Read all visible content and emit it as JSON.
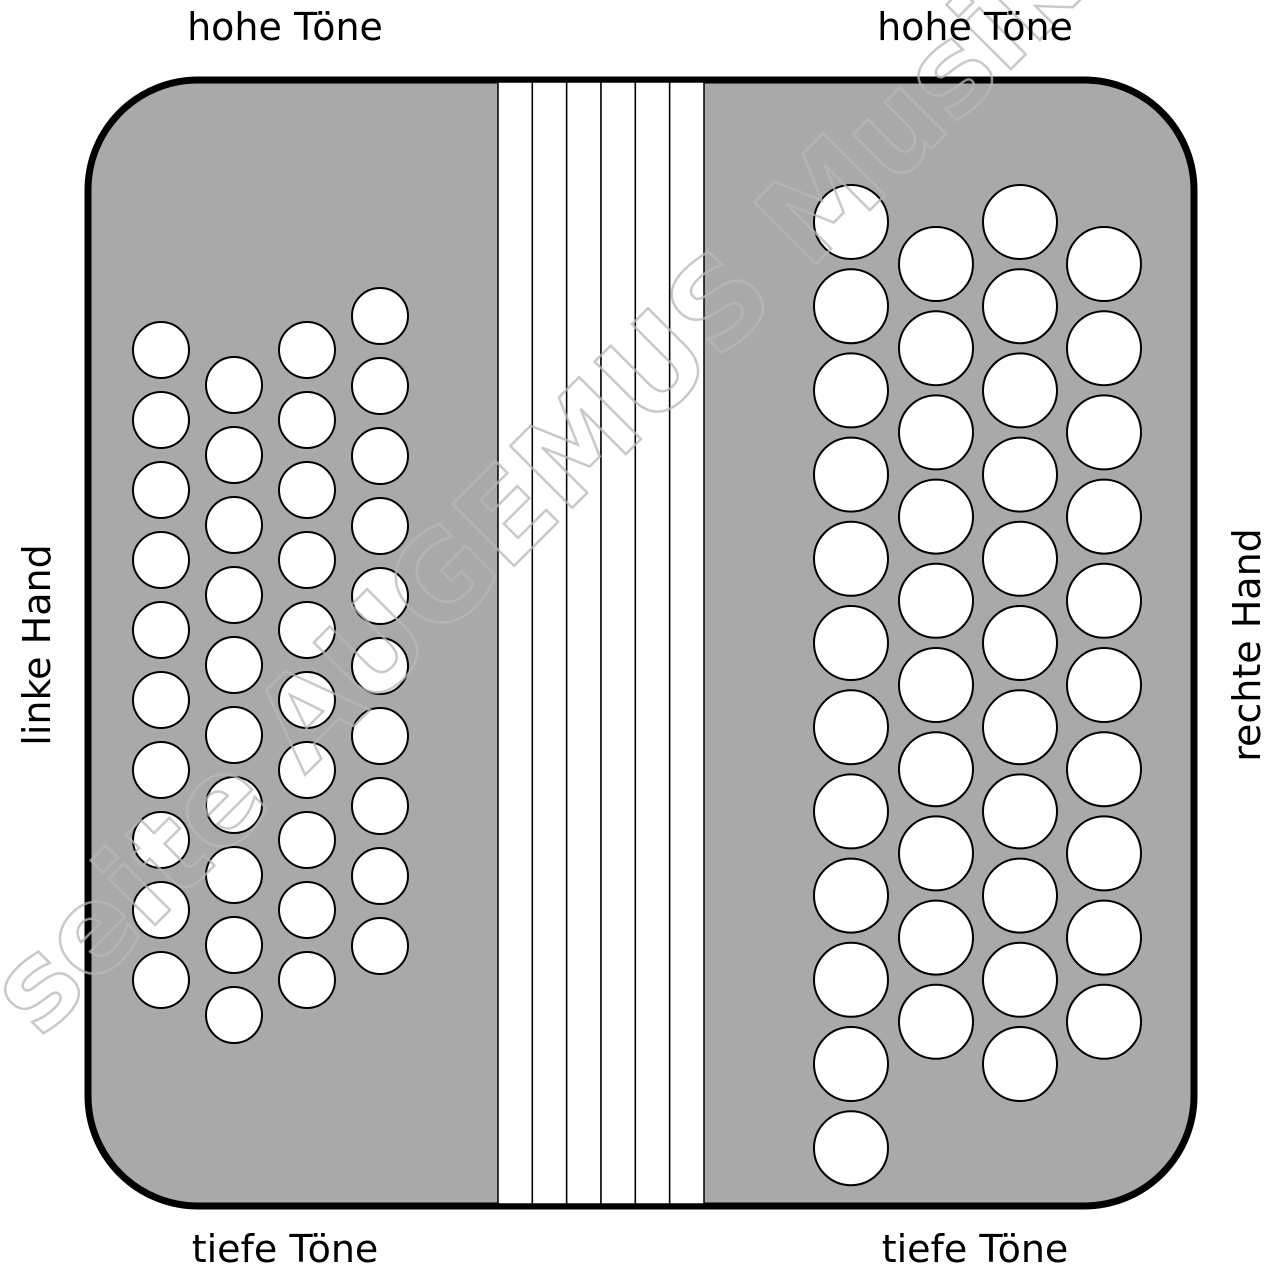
{
  "labels": {
    "top_left": "hohe Töne",
    "top_right": "hohe Töne",
    "bottom_left": "tiefe Töne",
    "bottom_right": "tiefe Töne",
    "left_side": "linke Hand",
    "right_side": "rechte Hand"
  },
  "watermark": {
    "text": "seite AUGEMUS Musikverlag"
  },
  "colors": {
    "body_fill": "#a9a9a9",
    "outline": "#000000",
    "button_fill": "#ffffff",
    "bellows_fill": "#ffffff"
  },
  "left_hand": {
    "rows_per_column": [
      10,
      10,
      10,
      10
    ]
  },
  "right_hand": {
    "rows_per_column": [
      12,
      10,
      11,
      10
    ]
  },
  "bellows": {
    "folds": 6
  }
}
